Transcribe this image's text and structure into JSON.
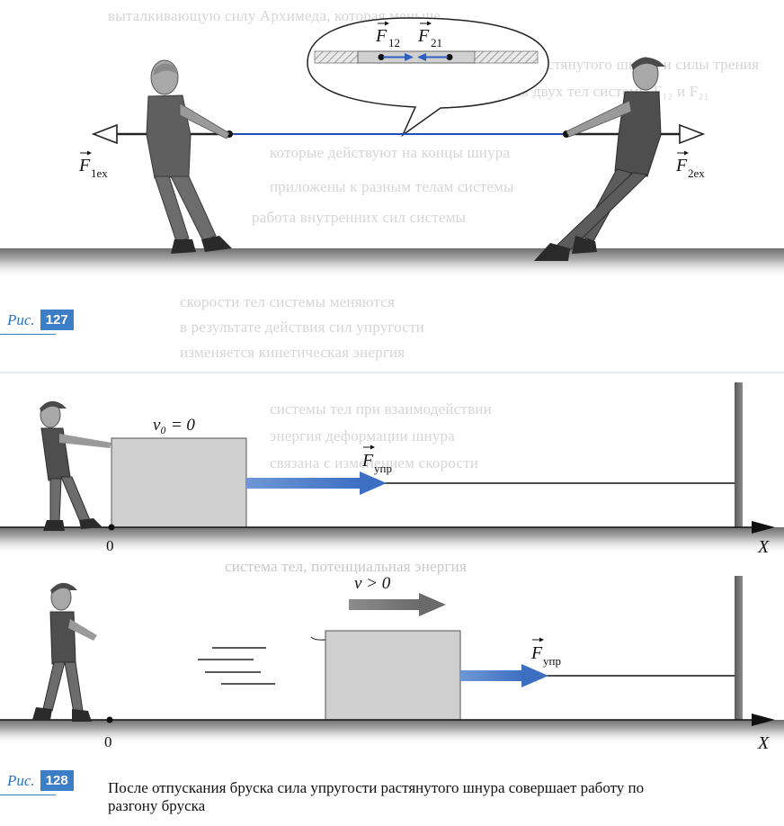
{
  "figure127": {
    "word": "Рис.",
    "number": "127",
    "callout": {
      "f12": "F",
      "f12_sub": "12",
      "f21": "F",
      "f21_sub": "21"
    },
    "left_force": {
      "symbol": "F",
      "sub": "1ex"
    },
    "right_force": {
      "symbol": "F",
      "sub": "2ex"
    }
  },
  "figure128": {
    "word": "Рис.",
    "number": "128",
    "caption": "После отпускания бруска сила упругости растянутого шнура совершает работу по разгону бруска",
    "panel_top": {
      "velocity": "v₀ = 0",
      "force": {
        "symbol": "F",
        "sub": "упр"
      },
      "origin": "0",
      "axis": "X"
    },
    "panel_bottom": {
      "velocity": "v > 0",
      "force": {
        "symbol": "F",
        "sub": "упр"
      },
      "origin": "0",
      "axis": "X"
    }
  },
  "colors": {
    "accent": "#3c7dc8",
    "rope": "#1f4fb5",
    "ground": "#8a8a8a",
    "block": "#cfcfcf"
  },
  "background_text": [
    "выталкивающую силу Архимеда, которая меньше",
    "силы упругости растянутого шнура и силы трения",
    "взаимодействия двух тел системы F₁₂ и F₂₁",
    "которые действуют на концы шнура",
    "приложены к разным телам системы",
    "работа внутренних сил системы",
    "скорости тел системы меняются",
    "в результате действия сил упругости",
    "изменяется кинетическая энергия",
    "системы тел при взаимодействии",
    "энергия деформации шнура",
    "связана с изменением скорости",
    "система тел, потенциальная энергия"
  ]
}
